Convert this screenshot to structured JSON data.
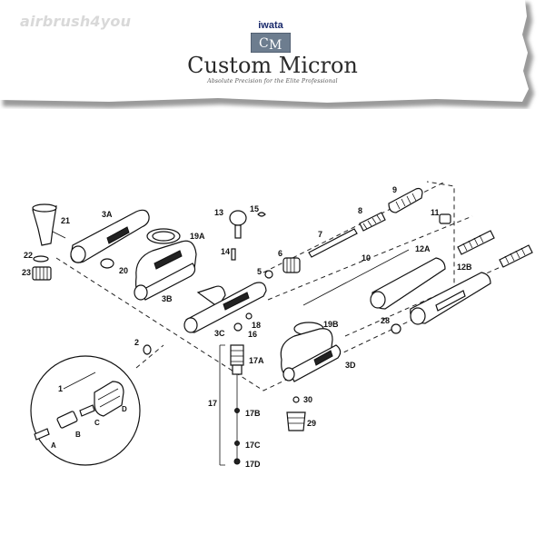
{
  "header": {
    "watermark": "airbrush4you",
    "brand": "iwata",
    "title": "Custom Micron",
    "tagline": "Absolute Precision for the Elite Professional"
  },
  "labels": {
    "p1": "1",
    "p2": "2",
    "p3A": "3A",
    "p3B": "3B",
    "p3C": "3C",
    "p3D": "3D",
    "p5": "5",
    "p6": "6",
    "p7": "7",
    "p8": "8",
    "p9": "9",
    "p10": "10",
    "p11": "11",
    "p12A": "12A",
    "p12B": "12B",
    "p13": "13",
    "p14": "14",
    "p15": "15",
    "p16": "16",
    "p17": "17",
    "p17A": "17A",
    "p17B": "17B",
    "p17C": "17C",
    "p17D": "17D",
    "p18": "18",
    "p19A": "19A",
    "p19B": "19B",
    "p20": "20",
    "p21": "21",
    "p22": "22",
    "p23": "23",
    "p28": "28",
    "p29": "29",
    "p30": "30",
    "pA": "A",
    "pB": "B",
    "pC": "C",
    "pD": "D"
  }
}
